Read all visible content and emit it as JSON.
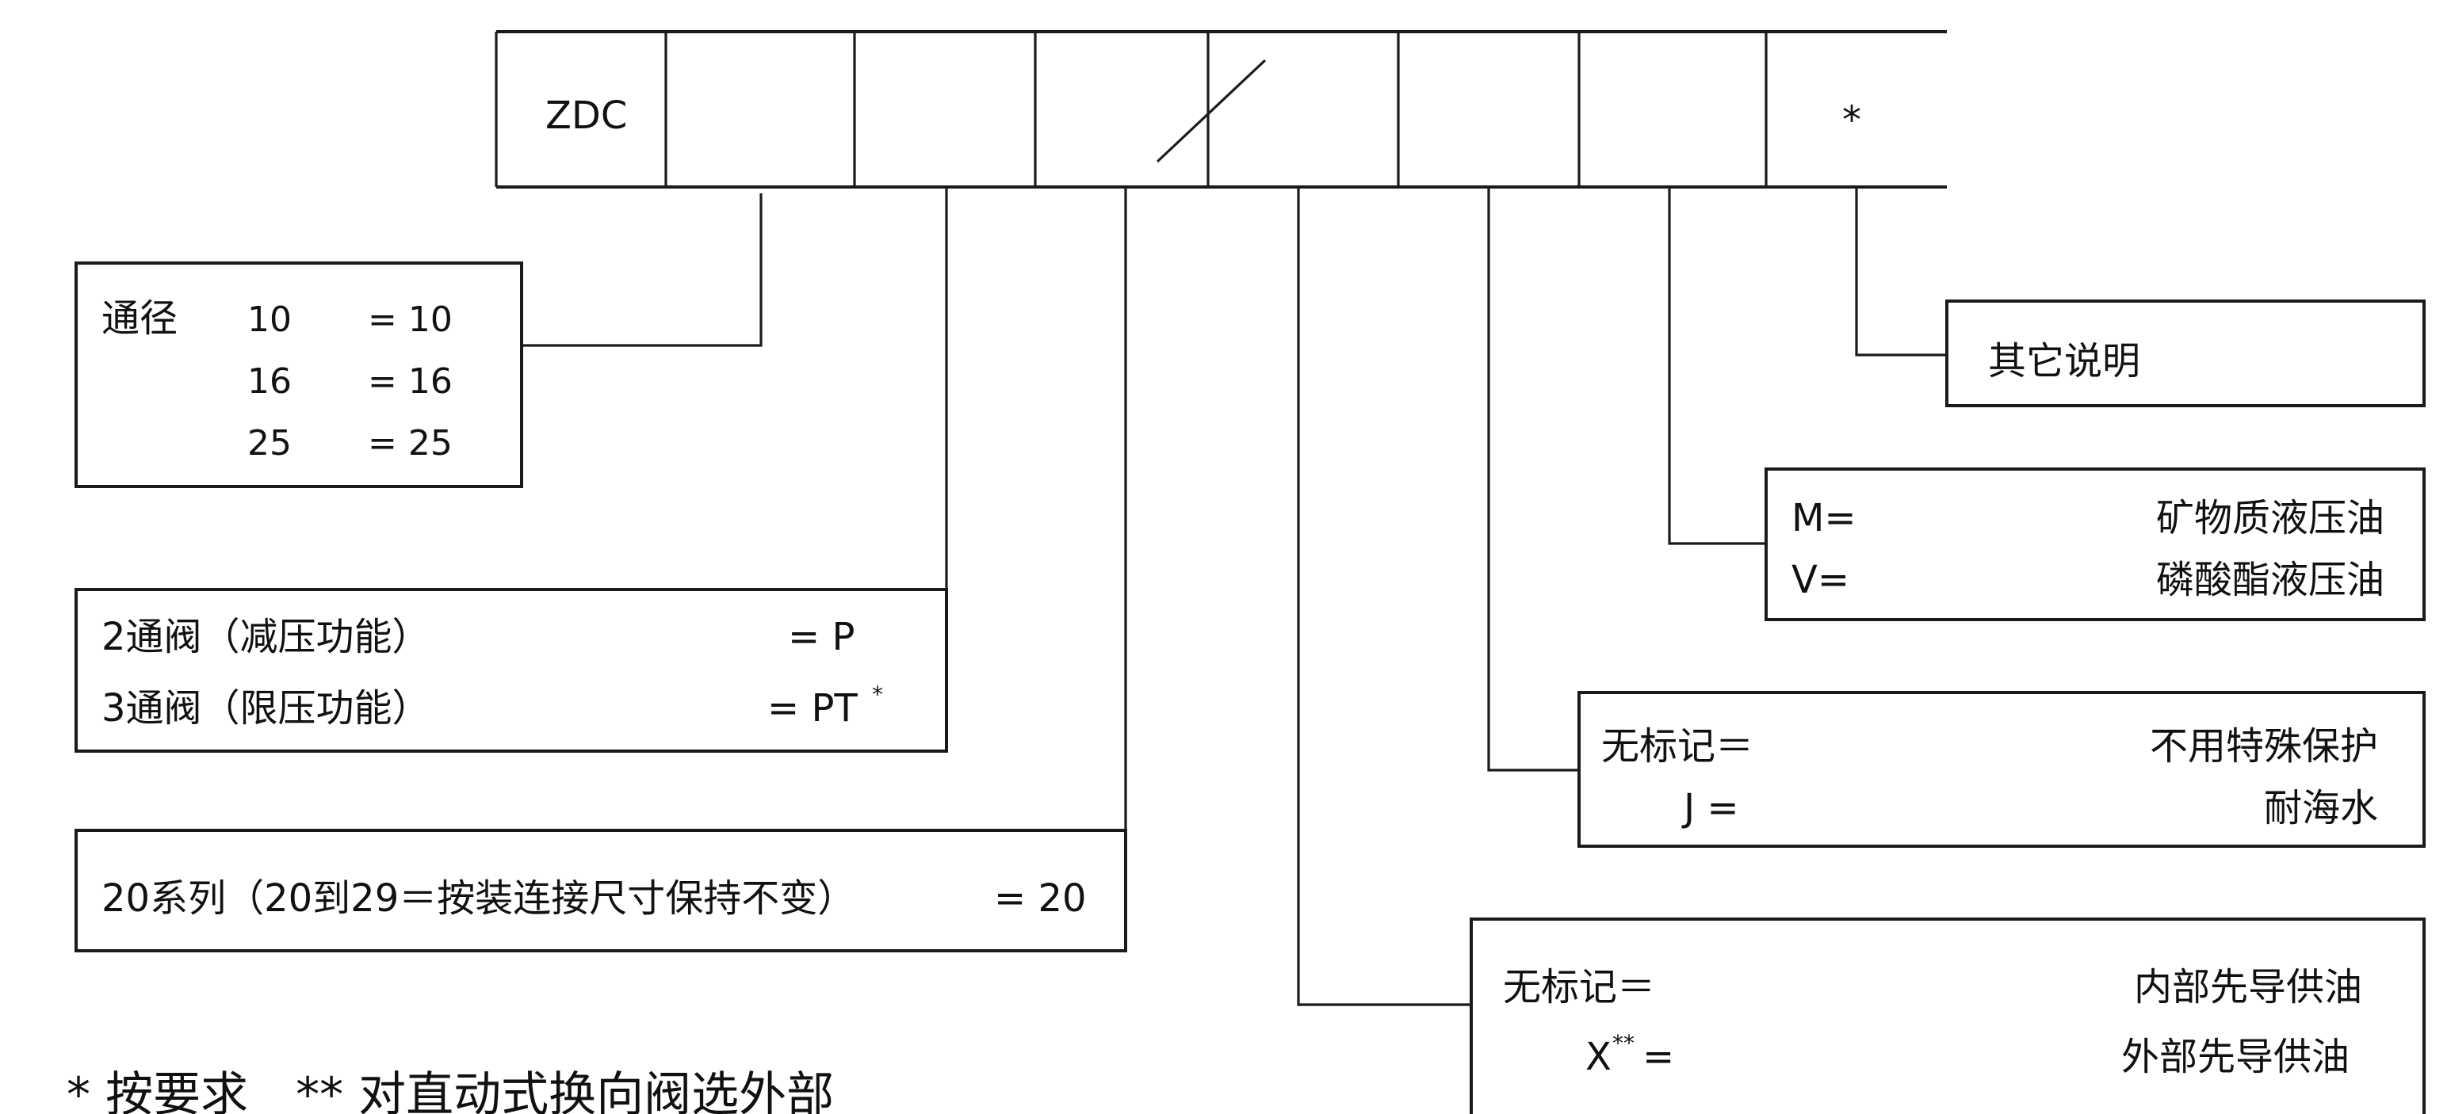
{
  "code_row": {
    "prefix": "ZDC",
    "last": "*"
  },
  "diameter": {
    "label": "通径",
    "rows": [
      {
        "size": "10",
        "code": "= 10"
      },
      {
        "size": "16",
        "code": "= 16"
      },
      {
        "size": "25",
        "code": "= 25"
      }
    ]
  },
  "function": {
    "rows": [
      {
        "label": "2通阀（减压功能）",
        "code": "= P",
        "sup": ""
      },
      {
        "label": "3通阀（限压功能）",
        "code": "= PT",
        "sup": "*"
      }
    ]
  },
  "series": {
    "label": "20系列（20到29＝按装连接尺寸保持不变）",
    "code": "= 20"
  },
  "pilot": {
    "rows": [
      {
        "code": "无标记＝",
        "sup": "",
        "desc": "内部先导供油"
      },
      {
        "code": "X",
        "sup": "**",
        "code_suffix": "=",
        "desc": "外部先导供油"
      }
    ]
  },
  "protection": {
    "rows": [
      {
        "code": "无标记＝",
        "desc": "不用特殊保护"
      },
      {
        "code": "J =",
        "desc": "耐海水"
      }
    ]
  },
  "fluid": {
    "rows": [
      {
        "code": "M=",
        "desc": "矿物质液压油"
      },
      {
        "code": "V=",
        "desc": "磷酸酯液压油"
      }
    ]
  },
  "other": {
    "label": "其它说明"
  },
  "footnote": "* 按要求　** 对直动式换向阀选外部"
}
